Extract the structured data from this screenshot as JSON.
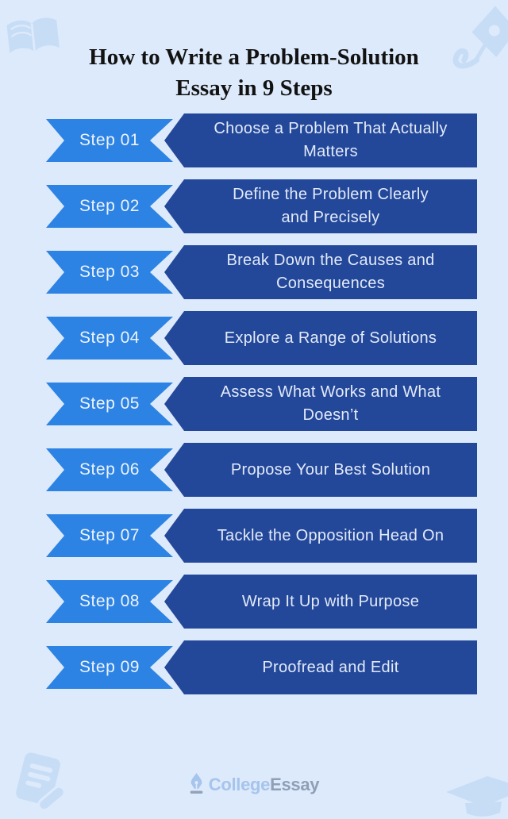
{
  "title": {
    "text": "How to Write a Problem-Solution\nEssay in 9 Steps"
  },
  "steps": [
    {
      "label": "Step 01",
      "text": "Choose a Problem That Actually\nMatters"
    },
    {
      "label": "Step 02",
      "text": "Define the Problem Clearly\nand Precisely"
    },
    {
      "label": "Step 03",
      "text": "Break Down the Causes and\nConsequences"
    },
    {
      "label": "Step 04",
      "text": "Explore a Range of Solutions"
    },
    {
      "label": "Step 05",
      "text": "Assess What Works and What\nDoesn’t"
    },
    {
      "label": "Step 06",
      "text": "Propose Your Best Solution"
    },
    {
      "label": "Step 07",
      "text": "Tackle the Opposition Head On"
    },
    {
      "label": "Step 08",
      "text": "Wrap It Up with Purpose"
    },
    {
      "label": "Step 09",
      "text": "Proofread and Edit"
    }
  ],
  "decor": {
    "top_left": "open-book-icon",
    "top_right": "pen-nib-writing-icon",
    "bottom_left": "document-pencil-icon",
    "bottom_right": "graduation-cap-icon"
  },
  "footer": {
    "logo_icon": "pen-nib-icon",
    "college": "College",
    "essay": "Essay"
  },
  "colors": {
    "background": "#ddeafb",
    "ribbon_blue": "#2c83e3",
    "banner_navy": "#23489a",
    "ribbon_text": "#eef3fd",
    "banner_text": "#e3eaf8",
    "title_text": "#121212",
    "decor_tint": "#c7ddf5",
    "logo_college": "#a6c4ec",
    "logo_essay": "#8e9fb6",
    "logo_base_gray": "#93a3b8"
  }
}
